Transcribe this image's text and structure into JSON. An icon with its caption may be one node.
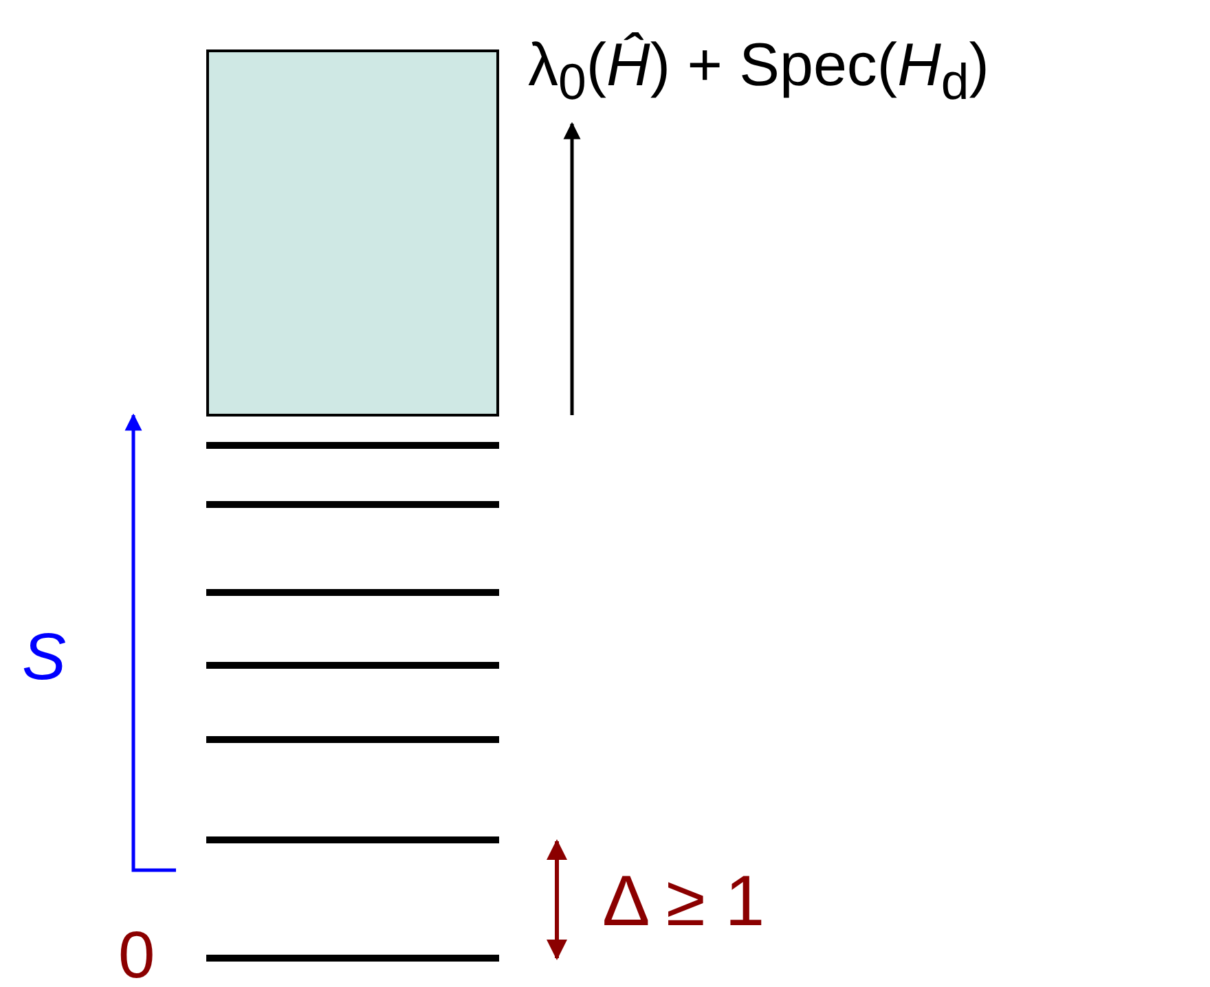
{
  "diagram": {
    "nodes": [
      {
        "text": [],
        "shape": "box",
        "beside": [
          "λ$_{0}$(*Ĥ*) + Spec(*H*$_{d}$)"
        ]
      }
    ],
    "labels": [
      "*S*",
      "0",
      "Δ ≥ 1"
    ]
  }
}
